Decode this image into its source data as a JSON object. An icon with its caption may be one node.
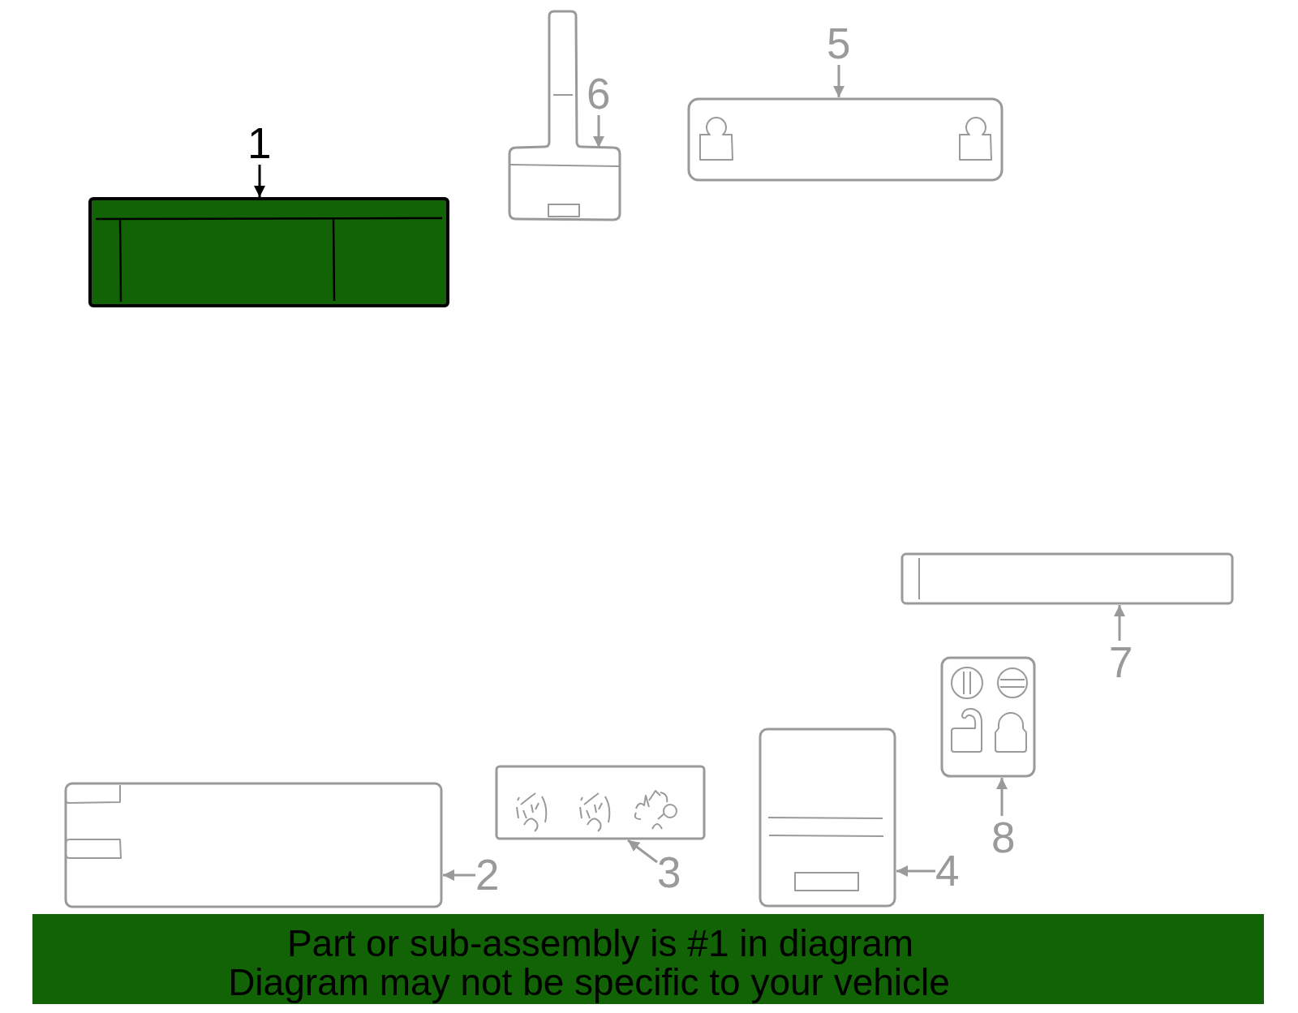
{
  "diagram": {
    "nodes": [
      {
        "text": [
          "1"
        ]
      },
      {
        "text": [],
        "shape": "picture"
      },
      {
        "text": [
          "6"
        ]
      },
      {
        "text": [],
        "shape": "picture"
      },
      {
        "text": [
          "5"
        ]
      },
      {
        "text": [],
        "shape": "picture"
      },
      {
        "text": [],
        "shape": "picture"
      },
      {
        "text": [
          "7"
        ]
      },
      {
        "text": [],
        "shape": "picture"
      },
      {
        "text": [
          "8"
        ]
      },
      {
        "text": [],
        "shape": "picture"
      },
      {
        "text": [
          "2"
        ]
      },
      {
        "text": [],
        "shape": "picture"
      },
      {
        "text": [
          "3"
        ]
      },
      {
        "text": [],
        "shape": "picture"
      },
      {
        "text": [
          "4"
        ]
      },
      {
        "text": [
          "Part or sub-assembly is #1 in diagram",
          "Diagram may not be specific to your vehicle"
        ]
      }
    ],
    "edges": [
      {
        "from": 0,
        "to": 1,
        "arrow": "to",
        "color": "#000000"
      },
      {
        "from": 2,
        "to": 3,
        "arrow": "to"
      },
      {
        "from": 4,
        "to": 5,
        "arrow": "to"
      },
      {
        "from": 7,
        "to": 6,
        "arrow": "to"
      },
      {
        "from": 9,
        "to": 8,
        "arrow": "to"
      },
      {
        "from": 11,
        "to": 10,
        "arrow": "to"
      },
      {
        "from": 13,
        "to": 12,
        "arrow": "to"
      },
      {
        "from": 15,
        "to": 14,
        "arrow": "to"
      }
    ]
  }
}
